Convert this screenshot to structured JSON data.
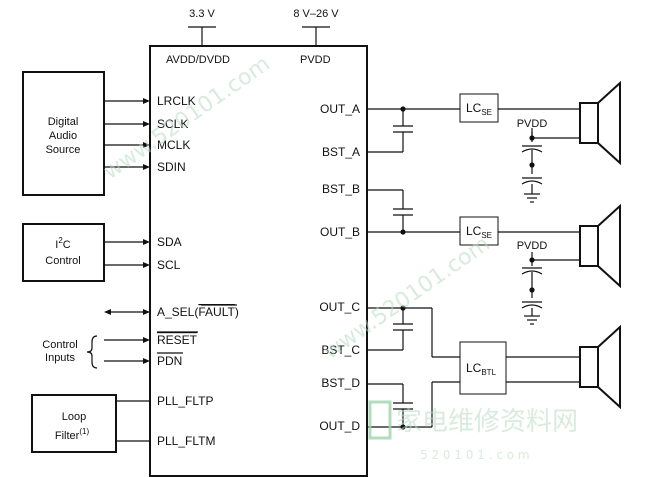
{
  "supplies": {
    "v33": "3.3 V",
    "v8_26": "8 V–26 V"
  },
  "chip_top_pins": {
    "avdd_dvdd": "AVDD/DVDD",
    "pvdd": "PVDD"
  },
  "blocks": {
    "digital_audio_source": [
      "Digital",
      "Audio",
      "Source"
    ],
    "i2c_control": {
      "main": "I",
      "sup": "2",
      "tail": "C",
      "line2": "Control"
    },
    "control_inputs": [
      "Control",
      "Inputs"
    ],
    "loop_filter": {
      "line1": "Loop",
      "line2": "Filter",
      "note": "(1)"
    }
  },
  "left_pins": {
    "lrclk": "LRCLK",
    "sclk": "SCLK",
    "mclk": "MCLK",
    "sdin": "SDIN",
    "sda": "SDA",
    "scl": "SCL",
    "a_sel": "A_SEL(",
    "fault": "FAULT",
    "a_sel_close": ")",
    "reset": "RESET",
    "pdn": "PDN",
    "pll_fltp": "PLL_FLTP",
    "pll_fltm": "PLL_FLTM"
  },
  "right_pins": {
    "out_a": "OUT_A",
    "bst_a": "BST_A",
    "bst_b": "BST_B",
    "out_b": "OUT_B",
    "out_c": "OUT_C",
    "bst_c": "BST_C",
    "bst_d": "BST_D",
    "out_d": "OUT_D"
  },
  "filters": {
    "lc_se_1": {
      "main": "LC",
      "sub": "SE"
    },
    "lc_se_2": {
      "main": "LC",
      "sub": "SE"
    },
    "lc_btl": {
      "main": "LC",
      "sub": "BTL"
    }
  },
  "pvdd_labels": {
    "a": "PVDD",
    "b": "PVDD"
  },
  "watermark": {
    "brand": "家电维修资料网",
    "url": "5 2 0 1 0 1 . c o m",
    "url2": "www.520101.com"
  }
}
